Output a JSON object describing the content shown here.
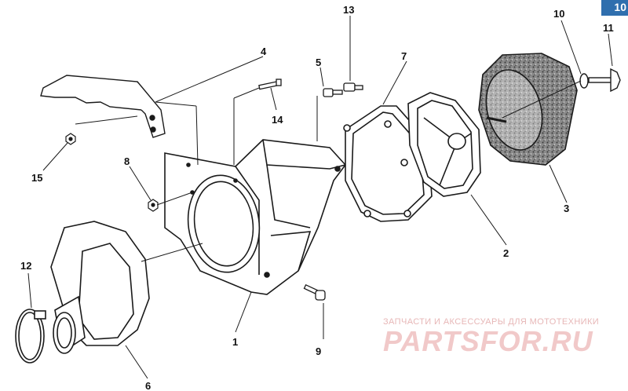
{
  "page": {
    "corner_tab": "10"
  },
  "callouts": [
    "1",
    "2",
    "3",
    "4",
    "5",
    "6",
    "7",
    "8",
    "9",
    "10",
    "11",
    "12",
    "13",
    "14",
    "15"
  ],
  "watermark": {
    "subtitle": "ЗАПЧАСТИ И АКСЕССУАРЫ ДЛЯ МОТОТЕХНИКИ",
    "brand": "PARTSFOR.RU"
  },
  "colors": {
    "line": "#1a1a1a",
    "foam_fill": "#6f6f6f",
    "watermark": "#f1c9c9",
    "tab": "#2f6fae"
  }
}
